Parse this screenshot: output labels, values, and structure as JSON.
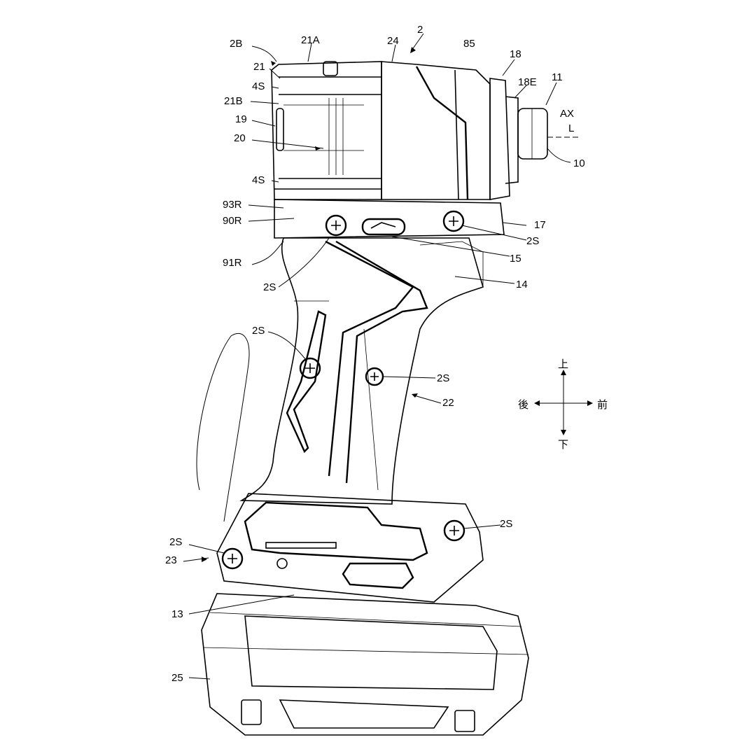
{
  "figure": {
    "labels": {
      "l2B": "2B",
      "l21A": "21A",
      "l24": "24",
      "l2": "2",
      "l85": "85",
      "l18": "18",
      "l18E": "18E",
      "l11": "11",
      "lAX": "AX",
      "lL": "L",
      "l10": "10",
      "l21": "21",
      "l4Sa": "4S",
      "l21B": "21B",
      "l19": "19",
      "l20": "20",
      "l4Sb": "4S",
      "l93R": "93R",
      "l90R": "90R",
      "l17": "17",
      "l2Sa": "2S",
      "l15": "15",
      "l91R": "91R",
      "l14": "14",
      "l2Sb": "2S",
      "l2Sc": "2S",
      "l2Sd": "2S",
      "l22": "22",
      "l2Se": "2S",
      "l2Sf": "2S",
      "l23": "23",
      "l13": "13",
      "l25": "25"
    },
    "directions": {
      "up": "上",
      "down": "下",
      "rear": "後",
      "front": "前"
    }
  }
}
